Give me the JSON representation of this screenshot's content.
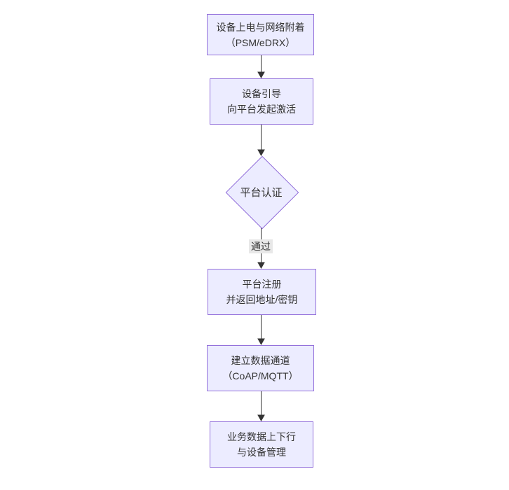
{
  "diagram": {
    "type": "flowchart-vertical",
    "colors": {
      "background": "#ffffff",
      "node_fill": "#ECECFF",
      "node_border": "#9370DB",
      "text": "#333333",
      "arrow": "#333333",
      "edge_label_bg": "#e8e8e8"
    },
    "nodes": [
      {
        "id": "power",
        "type": "process",
        "line1": "设备上电与网络附着",
        "line2": "（PSM/eDRX）"
      },
      {
        "id": "boot",
        "type": "process",
        "line1": "设备引导",
        "line2": "向平台发起激活"
      },
      {
        "id": "auth",
        "type": "decision",
        "line1": "平台认证",
        "line2": ""
      },
      {
        "id": "register",
        "type": "process",
        "line1": "平台注册",
        "line2": "并返回地址/密钥"
      },
      {
        "id": "channel",
        "type": "process",
        "line1": "建立数据通道",
        "line2": "（CoAP/MQTT）"
      },
      {
        "id": "business",
        "type": "process",
        "line1": "业务数据上下行",
        "line2": "与设备管理"
      }
    ],
    "edges": [
      {
        "from": "power",
        "to": "boot",
        "label": ""
      },
      {
        "from": "boot",
        "to": "auth",
        "label": ""
      },
      {
        "from": "auth",
        "to": "register",
        "label": "通过"
      },
      {
        "from": "register",
        "to": "channel",
        "label": ""
      },
      {
        "from": "channel",
        "to": "business",
        "label": ""
      }
    ]
  }
}
